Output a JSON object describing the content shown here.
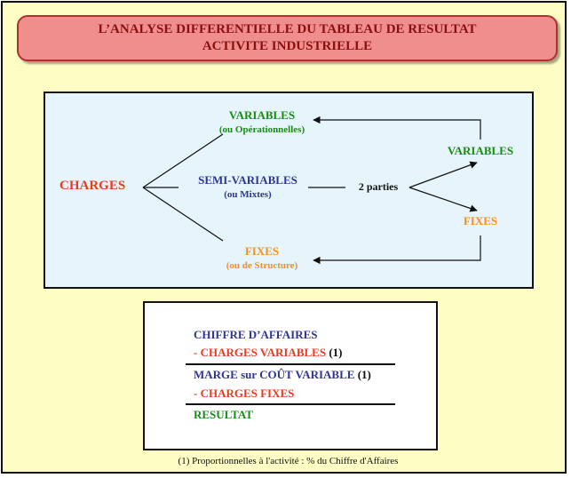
{
  "title": {
    "line1": "L’ANALYSE  DIFFERENTIELLE DU TABLEAU DE RESULTAT",
    "line2": "ACTIVITE INDUSTRIELLE"
  },
  "diagram": {
    "charges": "CHARGES",
    "variables": "VARIABLES",
    "variables_sub": "(ou Opérationnelles)",
    "semi": "SEMI-VARIABLES",
    "semi_sub": "(ou Mixtes)",
    "fixes": "FIXES",
    "fixes_sub": "(ou de Structure)",
    "deux_parties": "2 parties",
    "split_variables": "VARIABLES",
    "split_fixes": "FIXES"
  },
  "results": {
    "ca": "CHIFFRE D’AFFAIRES",
    "cv": "- CHARGES VARIABLES",
    "cv_note": "(1)",
    "mcv": "MARGE sur COÛT VARIABLE",
    "mcv_note": "(1)",
    "cf": "- CHARGES FIXES",
    "resultat": "RESULTAT"
  },
  "footnote": "(1) Proportionnelles à l'activité : % du Chiffre d'Affaires",
  "colors": {
    "variables": "#1a8a1a",
    "semi": "#2e3592",
    "fixes": "#f2921a",
    "charges": "#e83a1e",
    "title": "#8a1010"
  }
}
